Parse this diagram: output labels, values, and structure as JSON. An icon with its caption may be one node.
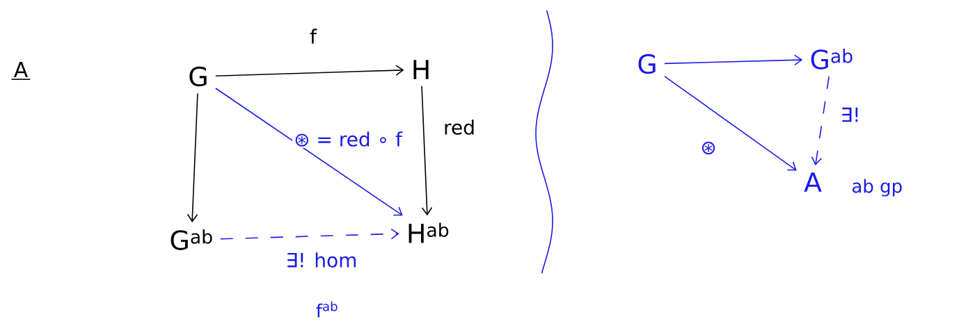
{
  "diagram": {
    "nodes": [
      {
        "text": [
          "G"
        ]
      },
      {
        "text": [
          "H"
        ]
      },
      {
        "text": [
          "G$^{ab}$"
        ]
      },
      {
        "text": [
          "H$^{ab}$"
        ]
      },
      {
        "text": [
          "G"
        ]
      },
      {
        "text": [
          "G$^{ab}$"
        ]
      },
      {
        "text": [
          "A"
        ],
        "beside": [
          "ab gp"
        ]
      }
    ],
    "edges": [
      {
        "from": 0,
        "to": 1,
        "arrow": "to",
        "label": "f",
        "color": "#000000"
      },
      {
        "from": 0,
        "to": 2,
        "arrow": "to",
        "color": "#000000"
      },
      {
        "from": 1,
        "to": 3,
        "arrow": "to",
        "label": "red",
        "color": "#000000"
      },
      {
        "from": 0,
        "to": 3,
        "arrow": "to",
        "label": "⊛ = red ∘ f",
        "color": "#1a1ae6"
      },
      {
        "from": 2,
        "to": 3,
        "arrow": "to",
        "label": "∃! hom",
        "style": "dashed",
        "color": "#1a1ae6"
      },
      {
        "from": 4,
        "to": 5,
        "arrow": "to",
        "color": "#1a1ae6"
      },
      {
        "from": 5,
        "to": 6,
        "arrow": "to",
        "label": "∃!",
        "style": "dashed",
        "color": "#1a1ae6"
      },
      {
        "from": 4,
        "to": 6,
        "arrow": "to",
        "label": "⊛",
        "color": "#1a1ae6"
      }
    ],
    "labels": [
      "A",
      "f$^{ab}$"
    ]
  }
}
